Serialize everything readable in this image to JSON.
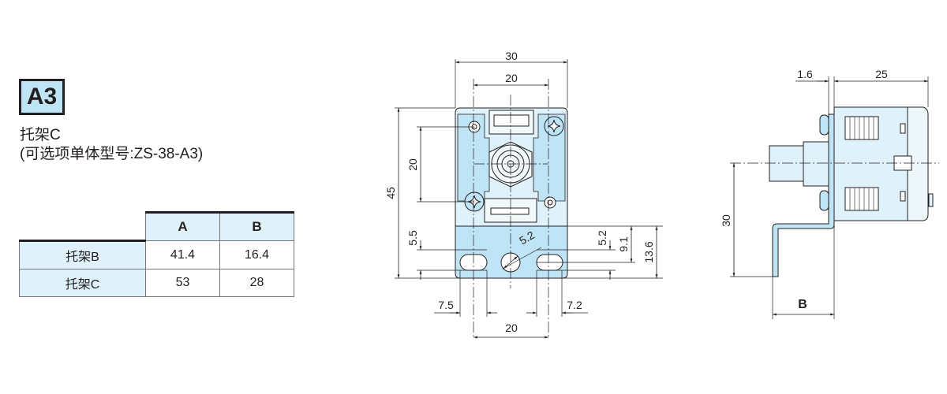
{
  "badge": "A3",
  "title": {
    "line1": "托架C",
    "line2": "(可选项单体型号:ZS-38-A3)"
  },
  "table": {
    "headers": [
      "A",
      "B"
    ],
    "rows": [
      {
        "label": "托架B",
        "A": "41.4",
        "B": "16.4"
      },
      {
        "label": "托架C",
        "A": "53",
        "B": "28"
      }
    ]
  },
  "front_view": {
    "dims": {
      "width": "30",
      "hole_pitch_top": "20",
      "height": "45",
      "hole_pitch_vertical": "20",
      "slot_height": "5.5",
      "hole_dia": "5.2",
      "slot_offset": "5.2",
      "hole_height": "9.1",
      "bottom_height": "13.6",
      "slot_left": "7.5",
      "slot_right": "7.2",
      "slot_pitch": "20"
    }
  },
  "side_view": {
    "dims": {
      "thickness": "1.6",
      "body_depth": "25",
      "mount_height": "30",
      "offset": "B"
    }
  },
  "colors": {
    "light_blue": "#dff1fb",
    "mid_blue": "#bfe4f6",
    "line": "#231f20"
  }
}
